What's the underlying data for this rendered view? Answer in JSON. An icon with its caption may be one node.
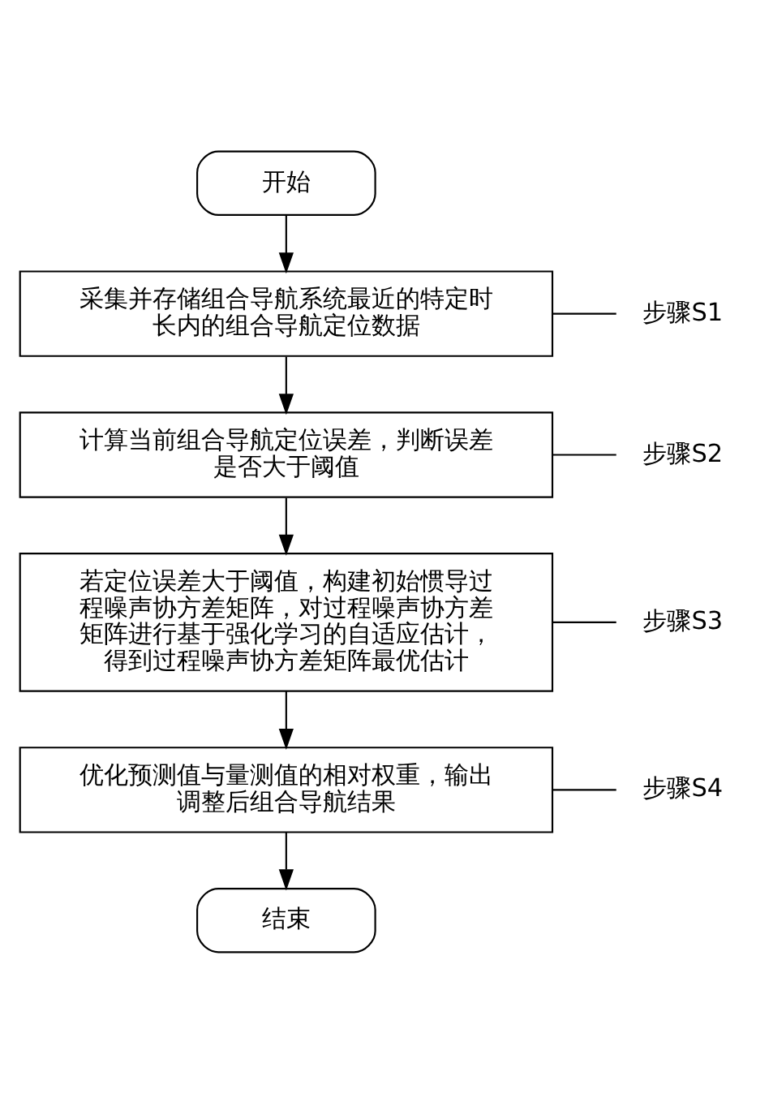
{
  "diagram": {
    "nodes": [
      {
        "text": [
          "开始"
        ]
      },
      {
        "text": [
          "采集并存储组合导航系统最近的特定时长内的组合导航定位数据"
        ]
      },
      {
        "text": [
          "步骤S1"
        ]
      },
      {
        "text": [
          "计算当前组合导航定位误差，判断误差是否大于阈值"
        ]
      },
      {
        "text": [
          "步骤S2"
        ]
      },
      {
        "text": [
          "若定位误差大于阈值，构建初始惯导过程噪声协方差矩阵，对过程噪声协方差矩阵进行基于强化学习的自适应估计，得到过程噪声协方差矩阵最优估计"
        ]
      },
      {
        "text": [
          "步骤S3"
        ]
      },
      {
        "text": [
          "优化预测值与量测值的相对权重，输出调整后组合导航结果"
        ]
      },
      {
        "text": [
          "步骤S4"
        ]
      },
      {
        "text": [
          "结束"
        ]
      }
    ],
    "edges": [
      {
        "from": 0,
        "to": 1,
        "arrow": "to"
      },
      {
        "from": 2,
        "to": 1,
        "arrow": "none"
      },
      {
        "from": 1,
        "to": 3,
        "arrow": "to"
      },
      {
        "from": 4,
        "to": 3,
        "arrow": "none"
      },
      {
        "from": 3,
        "to": 5,
        "arrow": "to"
      },
      {
        "from": 6,
        "to": 5,
        "arrow": "none"
      },
      {
        "from": 5,
        "to": 7,
        "arrow": "to"
      },
      {
        "from": 8,
        "to": 7,
        "arrow": "none"
      },
      {
        "from": 7,
        "to": 9,
        "arrow": "to"
      }
    ]
  }
}
